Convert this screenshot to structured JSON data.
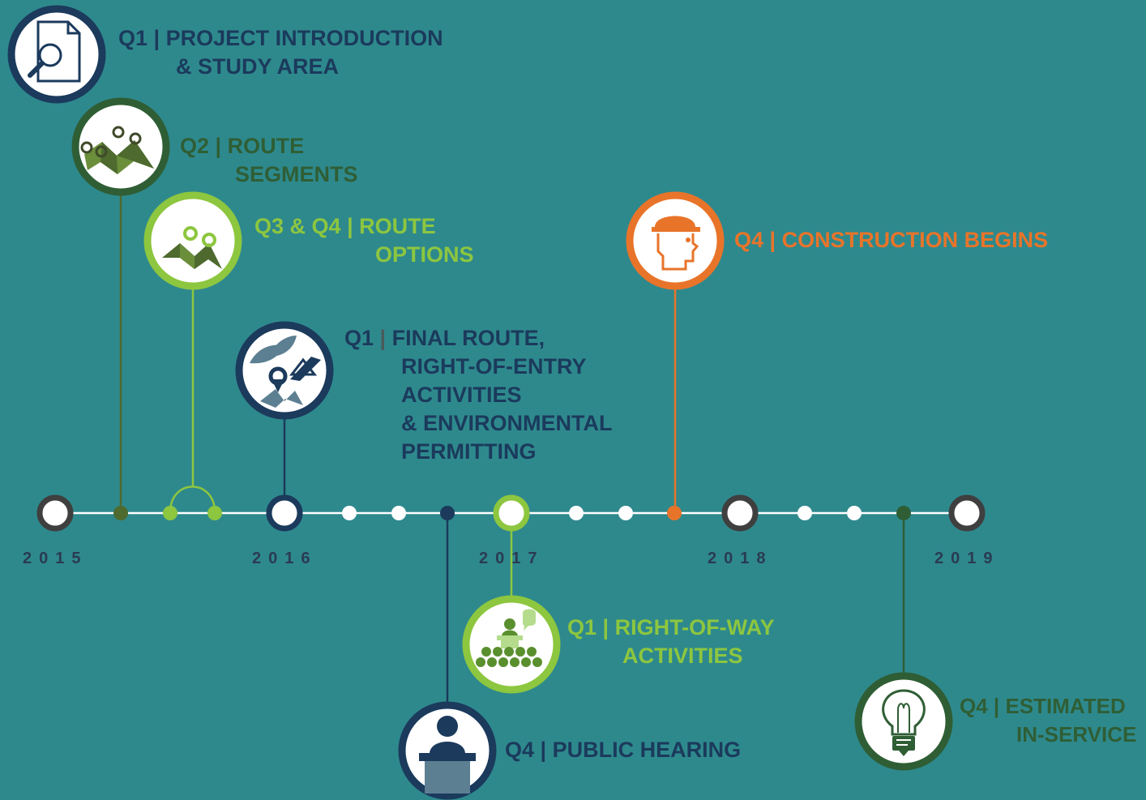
{
  "colors": {
    "background": "#2e898d",
    "navy": "#1b3a5c",
    "dark_green": "#2f5e35",
    "olive": "#4e6a2f",
    "lime": "#8dc63f",
    "orange": "#e8742a",
    "white": "#ffffff",
    "gray": "#3f3f3f",
    "year_text": "#2a3b52"
  },
  "years": [
    "2015",
    "2016",
    "2017",
    "2018",
    "2019"
  ],
  "milestones": [
    {
      "id": "m1",
      "quarter": "Q1",
      "sep": "|",
      "lines": [
        "PROJECT INTRODUCTION",
        "& STUDY AREA"
      ],
      "icon": "document-search-icon"
    },
    {
      "id": "m2",
      "quarter": "Q2",
      "sep": "|",
      "lines": [
        "ROUTE",
        "SEGMENTS"
      ],
      "icon": "map-pins-icon"
    },
    {
      "id": "m3",
      "quarter": "Q3 & Q4",
      "sep": "|",
      "lines": [
        "ROUTE",
        "OPTIONS"
      ],
      "icon": "map-pin-icon"
    },
    {
      "id": "m4",
      "quarter": "Q1",
      "sep": "|",
      "lines": [
        "FINAL ROUTE,",
        "RIGHT-OF-ENTRY",
        "ACTIVITIES",
        "& ENVIRONMENTAL",
        "PERMITTING"
      ],
      "icon": "leaf-map-survey-icon"
    },
    {
      "id": "m5",
      "quarter": "Q4",
      "sep": "|",
      "lines": [
        "PUBLIC HEARING"
      ],
      "icon": "speaker-podium-icon"
    },
    {
      "id": "m6",
      "quarter": "Q1",
      "sep": "|",
      "lines": [
        "RIGHT-OF-WAY",
        "ACTIVITIES"
      ],
      "icon": "audience-meeting-icon"
    },
    {
      "id": "m7",
      "quarter": "Q4",
      "sep": "|",
      "lines": [
        "CONSTRUCTION BEGINS"
      ],
      "icon": "hard-hat-worker-icon"
    },
    {
      "id": "m8",
      "quarter": "Q4",
      "sep": "|",
      "lines": [
        "ESTIMATED",
        "IN-SERVICE"
      ],
      "icon": "light-bulb-icon"
    }
  ]
}
